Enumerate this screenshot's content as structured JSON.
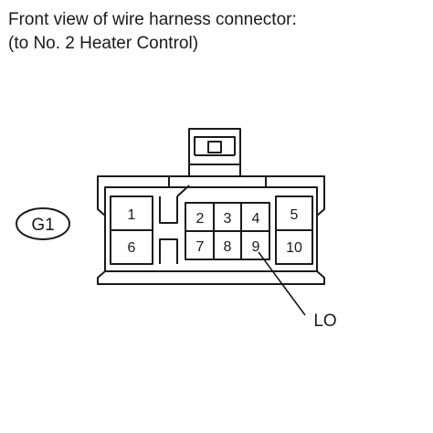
{
  "caption": {
    "line1": "Front view of wire harness connector:",
    "line2": "(to No. 2 Heater Control)"
  },
  "connector": {
    "id": "G1",
    "pins": {
      "p1": "1",
      "p2": "2",
      "p3": "3",
      "p4": "4",
      "p5": "5",
      "p6": "6",
      "p7": "7",
      "p8": "8",
      "p9": "9",
      "p10": "10"
    }
  },
  "callout": {
    "label": "LO"
  }
}
